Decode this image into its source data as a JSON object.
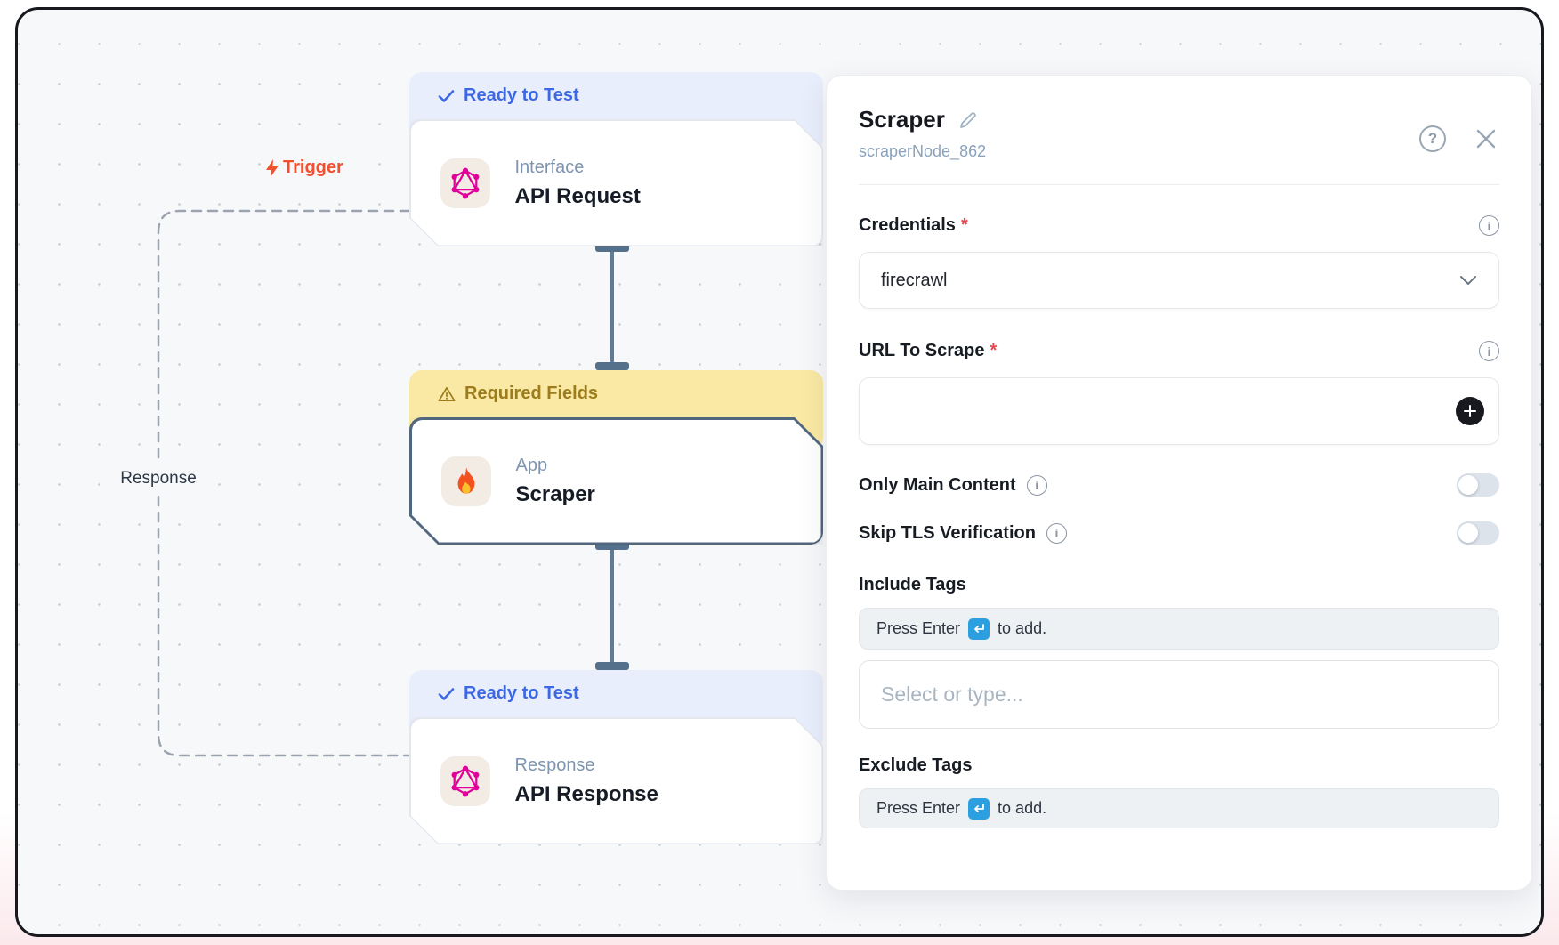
{
  "canvas": {
    "trigger_label": "Trigger",
    "response_label": "Response",
    "nodes": [
      {
        "badge": "Ready to Test",
        "badge_type": "ready",
        "category": "Interface",
        "title": "API Request",
        "icon": "graphql-icon"
      },
      {
        "badge": "Required Fields",
        "badge_type": "warning",
        "category": "App",
        "title": "Scraper",
        "icon": "fire-icon",
        "selected": true
      },
      {
        "badge": "Ready to Test",
        "badge_type": "ready",
        "category": "Response",
        "title": "API Response",
        "icon": "graphql-icon"
      }
    ]
  },
  "panel": {
    "title": "Scraper",
    "node_id": "scraperNode_862",
    "required_marker": "*",
    "help_glyph": "?",
    "info_glyph": "i",
    "credentials": {
      "label": "Credentials",
      "value": "firecrawl"
    },
    "url": {
      "label": "URL To Scrape",
      "value": ""
    },
    "only_main_content": {
      "label": "Only Main Content",
      "enabled": false
    },
    "skip_tls": {
      "label": "Skip TLS Verification",
      "enabled": false
    },
    "include_tags": {
      "label": "Include Tags",
      "hint_prefix": "Press Enter",
      "hint_suffix": "to add.",
      "placeholder": "Select or type..."
    },
    "exclude_tags": {
      "label": "Exclude Tags",
      "hint_prefix": "Press Enter",
      "hint_suffix": "to add."
    }
  },
  "colors": {
    "trigger": "#f1512f",
    "ready_badge_text": "#3c68e4",
    "ready_badge_bg": "#e9eefc",
    "warning_badge_text": "#9c7c1d",
    "warning_badge_bg": "#fae9a4",
    "selected_node_border": "#51677e",
    "connector": "#54708b",
    "enter_key_blue": "#2b9fe0",
    "plus_button": "#17191e",
    "graphql_pink": "#e10098"
  }
}
